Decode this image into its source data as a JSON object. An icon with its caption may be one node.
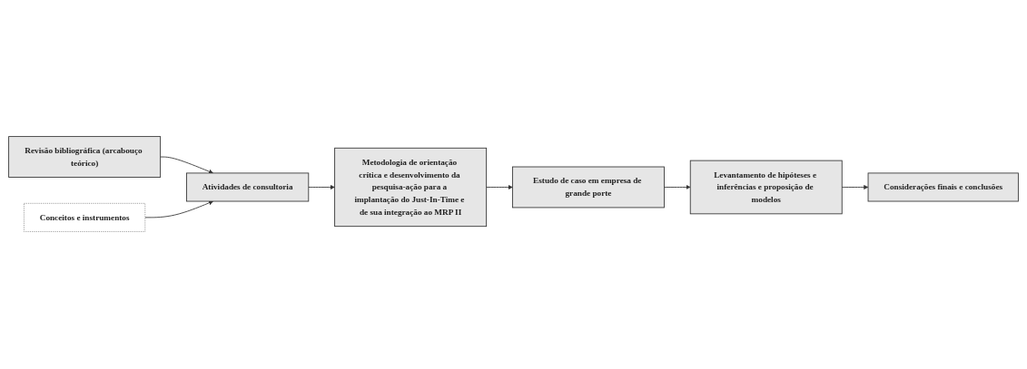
{
  "diagram": {
    "nodes": [
      {
        "text": [
          "Revisão bibliográfica (arcabouço teórico)"
        ]
      },
      {
        "text": [
          "Conceitos e instrumentos"
        ]
      },
      {
        "text": [
          "Atividades de consultoria"
        ]
      },
      {
        "text": [
          "Metodologia de orientação crítica e desenvolvimento da pesquisa-ação para a implantação do Just-In-Time e de sua integração ao MRP II"
        ]
      },
      {
        "text": [
          "Estudo de caso em empresa de grande porte"
        ]
      },
      {
        "text": [
          "Levantamento de hipóteses e inferências e proposição de modelos"
        ]
      },
      {
        "text": [
          "Considerações finais e conclusões"
        ]
      }
    ],
    "edges": [
      {
        "from": 0,
        "to": 2,
        "arrow": "to"
      },
      {
        "from": 1,
        "to": 2,
        "arrow": "to"
      },
      {
        "from": 2,
        "to": 3,
        "arrow": "to"
      },
      {
        "from": 3,
        "to": 4,
        "arrow": "to"
      },
      {
        "from": 4,
        "to": 5,
        "arrow": "to"
      },
      {
        "from": 5,
        "to": 6,
        "arrow": "to"
      }
    ]
  }
}
